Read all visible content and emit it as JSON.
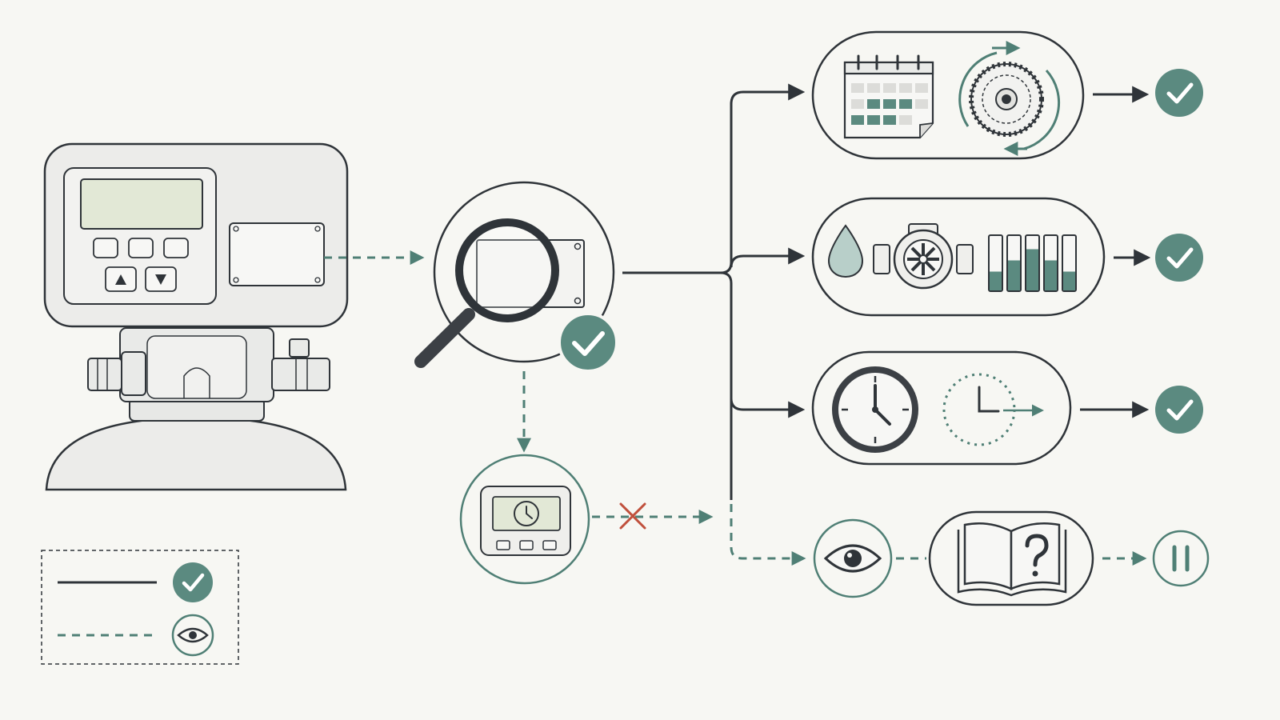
{
  "colors": {
    "background": "#f7f7f3",
    "ink": "#2f3439",
    "accent": "#4f7f75",
    "accent_fill": "#5b8a80",
    "panel": "#efefec",
    "lcd": "#e2e8d6",
    "error": "#c0503c"
  },
  "legend": {
    "solid_line_icon": "check-icon",
    "dashed_line_icon": "eye-icon"
  },
  "nodes": {
    "valve": {
      "icon": "water-softener-control-valve"
    },
    "inspect": {
      "icon": "magnifier-over-label-plate",
      "status_icon": "check-icon"
    },
    "timer_display": {
      "icon": "timer-display-clock",
      "status_icon": "x-mark-icon"
    },
    "branch_schedule": {
      "icons": [
        "calendar-icon",
        "resin-wheel-rotation-icon"
      ],
      "status_icon": "check-icon"
    },
    "branch_meter": {
      "icons": [
        "water-drop-icon",
        "flow-meter-turbine-icon"
      ],
      "level_bars": [
        0.35,
        0.55,
        0.75,
        0.55,
        0.35
      ],
      "status_icon": "check-icon"
    },
    "branch_clock": {
      "icons": [
        "clock-icon",
        "delayed-clock-icon"
      ],
      "status_icon": "check-icon"
    },
    "branch_observe": {
      "icons": [
        "eye-icon",
        "manual-question-icon"
      ],
      "status_icon": "pause-icon"
    }
  }
}
